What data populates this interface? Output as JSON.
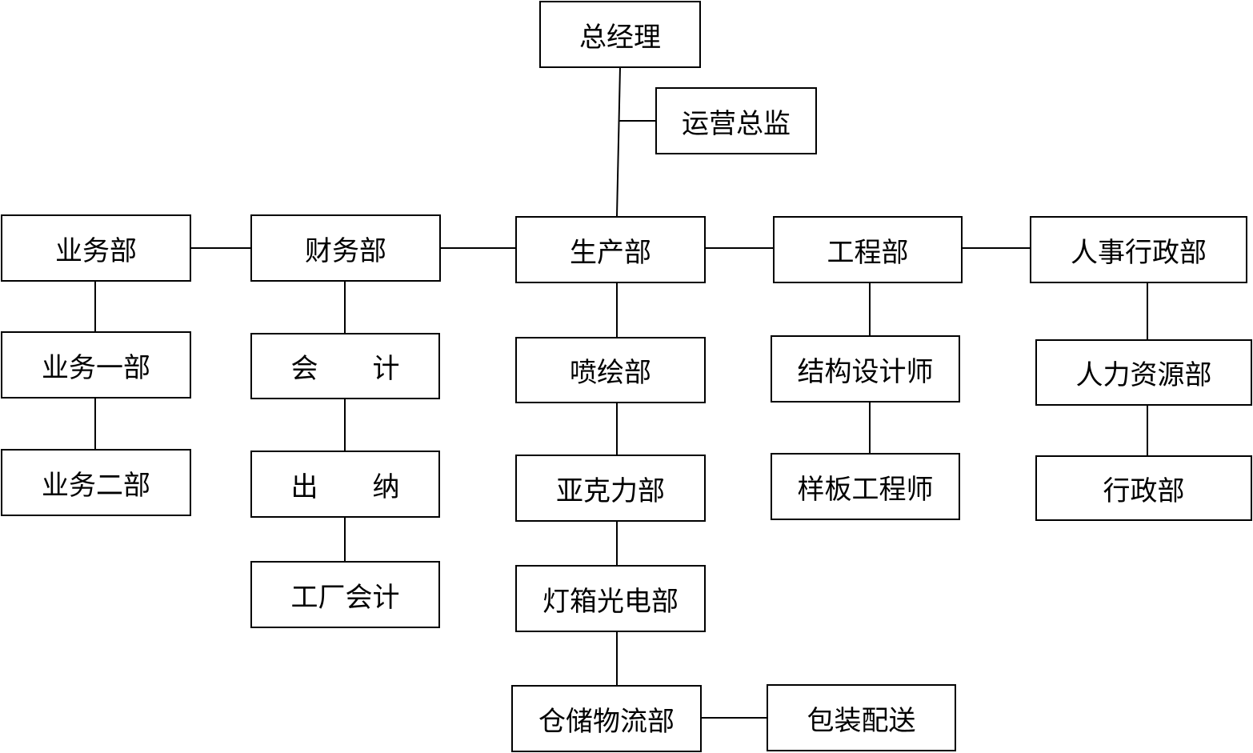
{
  "org_chart": {
    "nodes": {
      "ceo": "总经理",
      "ops_director": "运营总监",
      "sales": "业务部",
      "sales_1": "业务一部",
      "sales_2": "业务二部",
      "finance": "财务部",
      "accounting": "会　　计",
      "cashier": "出　　纳",
      "factory_accounting": "工厂会计",
      "production": "生产部",
      "spray_painting": "喷绘部",
      "acrylic": "亚克力部",
      "lightbox": "灯箱光电部",
      "warehouse_logistics": "仓储物流部",
      "packaging_delivery": "包装配送",
      "engineering": "工程部",
      "structural_designer": "结构设计师",
      "sample_engineer": "样板工程师",
      "hr_admin": "人事行政部",
      "human_resources": "人力资源部",
      "administration": "行政部"
    }
  }
}
